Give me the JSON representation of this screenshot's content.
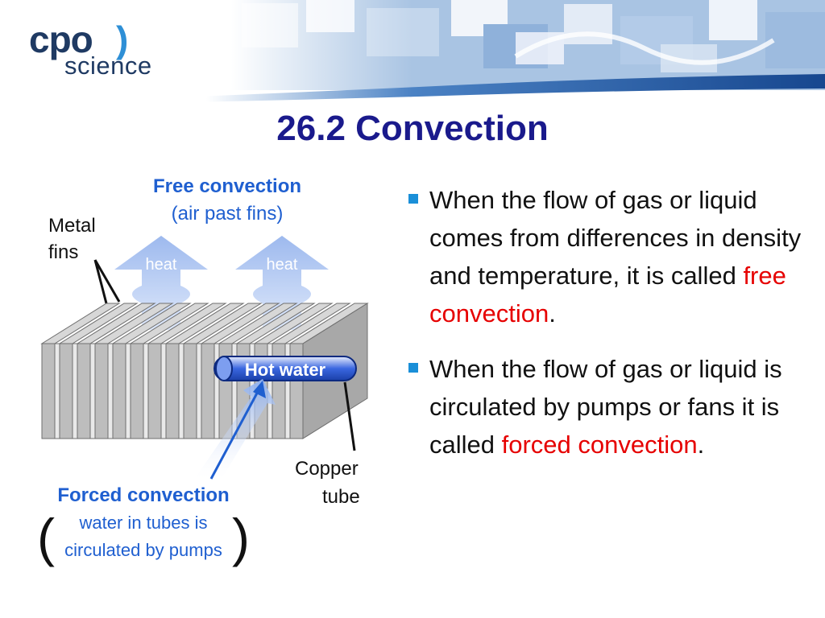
{
  "logo": {
    "cpo": "cpo",
    "science": "science"
  },
  "slide": {
    "title": "26.2 Convection"
  },
  "diagram": {
    "free_title": "Free convection",
    "free_subtitle": "(air past fins)",
    "heat_label": "heat",
    "metal_label_line1": "Metal",
    "metal_label_line2": "fins",
    "hot_water": "Hot water",
    "copper_line1": "Copper",
    "copper_line2": "tube",
    "forced_title": "Forced convection",
    "forced_line1": "water in tubes is",
    "forced_line2": "circulated by pumps"
  },
  "bullets": [
    {
      "text": "When the flow of gas or liquid comes from differences in density and temperature, it is called ",
      "highlight": "free convection",
      "end": "."
    },
    {
      "text": "When the flow of gas or liquid is circulated by pumps or fans it is called ",
      "highlight": "forced convection",
      "end": "."
    }
  ],
  "colors": {
    "title": "#1a1a8c",
    "diagram_label_blue": "#1f5fd0",
    "highlight": "#e60000",
    "bullet_marker": "#1a8fd8"
  }
}
